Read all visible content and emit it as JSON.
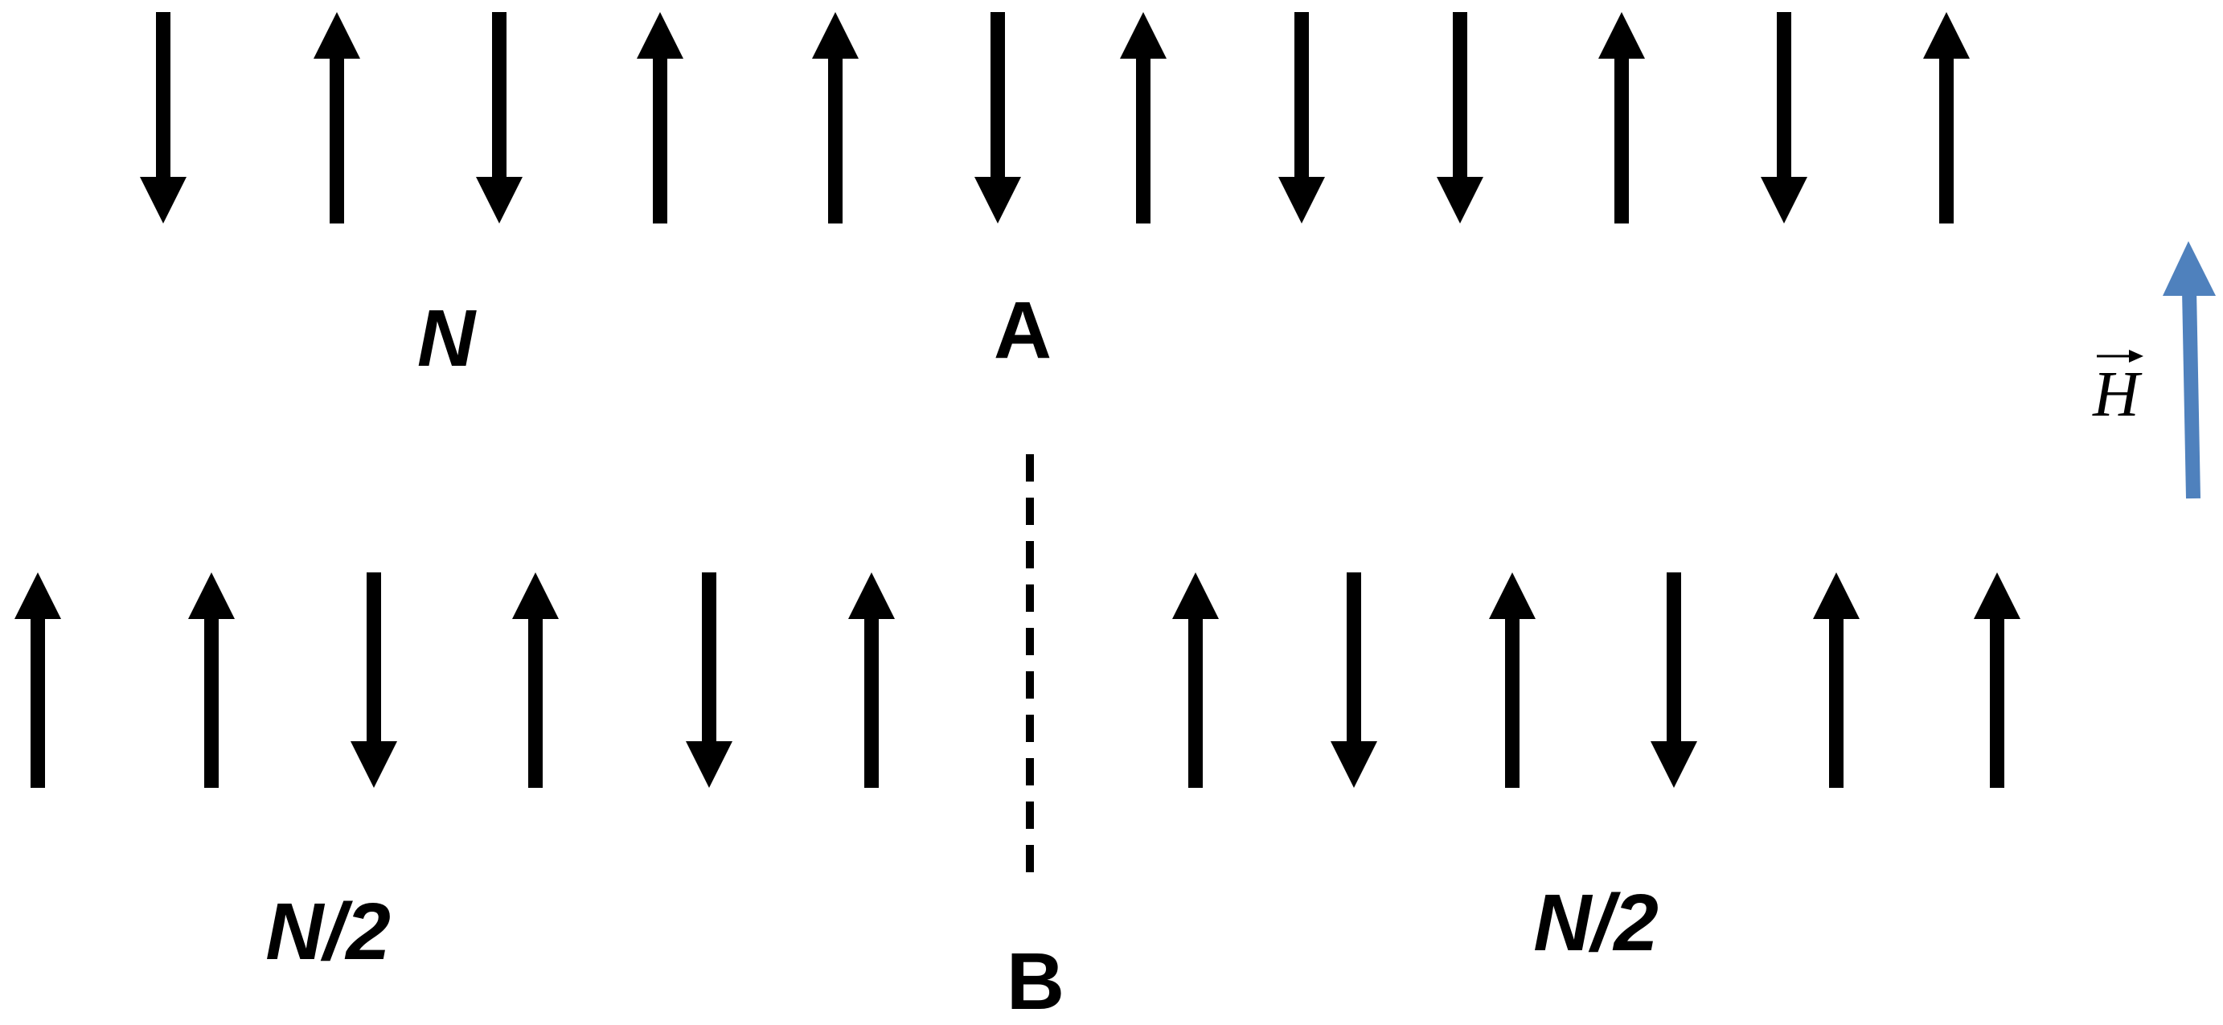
{
  "diagram": {
    "row_a": {
      "label": "A",
      "count_label": "N",
      "spins": [
        "down",
        "up",
        "down",
        "up",
        "up",
        "down",
        "up",
        "down",
        "down",
        "up",
        "down",
        "up"
      ]
    },
    "row_b": {
      "label": "B",
      "left_half": {
        "label": "N/2",
        "spins": [
          "up",
          "up",
          "down",
          "up",
          "down",
          "up"
        ]
      },
      "right_half": {
        "label": "N/2",
        "spins": [
          "up",
          "down",
          "up",
          "down",
          "up",
          "up"
        ]
      }
    },
    "field": {
      "label": "H",
      "direction": "up",
      "color": "#4F81BD"
    },
    "spin_color": "#000000"
  }
}
